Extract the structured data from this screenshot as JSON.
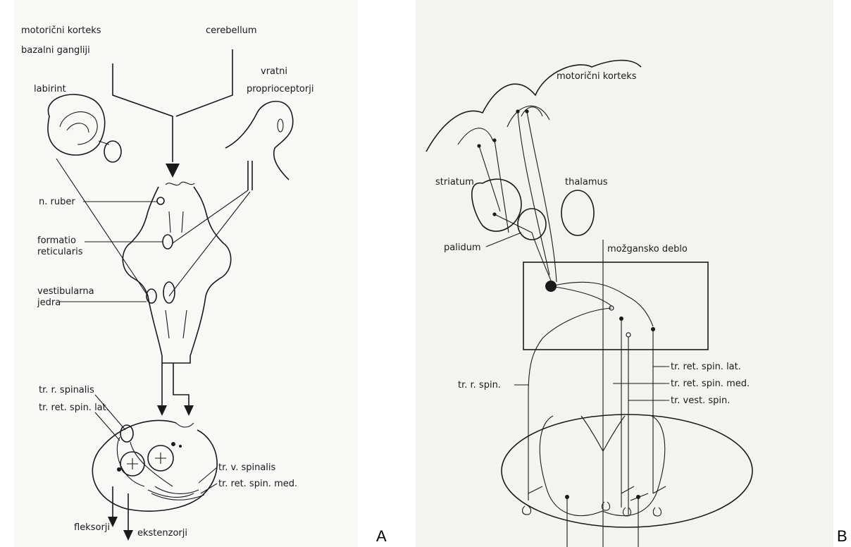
{
  "panel_a": {
    "letter": "A",
    "labels": {
      "motor_cortex": "motorični korteks",
      "cerebellum": "cerebellum",
      "basal_ganglia": "bazalni gangliji",
      "labyrinth": "labirint",
      "neck_1": "vratni",
      "neck_2": "proprioceptorji",
      "ruber": "n. ruber",
      "formatio_1": "formatio",
      "formatio_2": "reticularis",
      "vestib_1": "vestibularna",
      "vestib_2": "jedra",
      "tr_r_spinalis": "tr. r. spinalis",
      "tr_ret_spin_lat": "tr. ret. spin. lat.",
      "tr_v_spinalis": "tr. v. spinalis",
      "tr_ret_spin_med": "tr. ret. spin. med.",
      "flexors": "fleksorji",
      "extensors": "ekstenzorji"
    }
  },
  "panel_b": {
    "letter": "B",
    "labels": {
      "motor_cortex": "motorični korteks",
      "striatum": "striatum",
      "thalamus": "thalamus",
      "palidum": "palidum",
      "brainstem": "možgansko deblo",
      "tr_ret_spin_lat": "tr. ret. spin. lat.",
      "tr_r_spin": "tr. r. spin.",
      "tr_ret_spin_med": "tr. ret. spin. med.",
      "tr_vest_spin": "tr. vest. spin."
    }
  }
}
